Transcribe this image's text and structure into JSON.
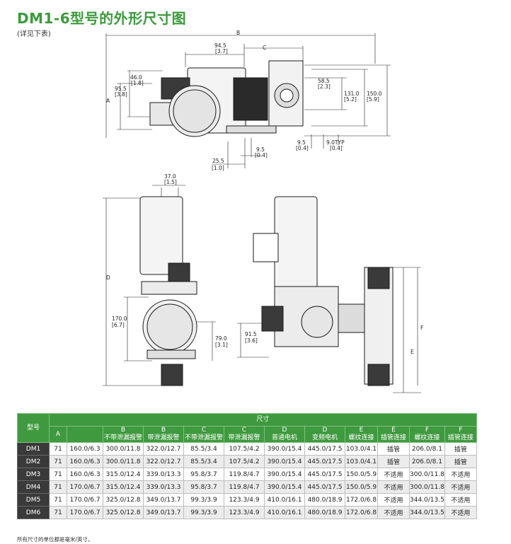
{
  "title": "DM1-6型号的外形尺寸图",
  "subtitle": "(详见下表)",
  "dimensions": {
    "B": "B",
    "C": "C",
    "A": "A",
    "D": "D",
    "E": "E",
    "F": "F",
    "d94": "94.5",
    "d94i": "[3.7]",
    "d46": "46.0",
    "d46i": "[1.8]",
    "d95": "95.5",
    "d95i": "[3.8]",
    "d58": "58.5",
    "d58i": "[2.3]",
    "d131": "131.0",
    "d131i": "[5.2]",
    "d150": "150.0",
    "d150i": "[5.9]",
    "d9a": "9.5",
    "d9ai": "[0.4]",
    "d9b": "9.5",
    "d9bi": "[0.4]",
    "d9typ": "9.0TYP",
    "d9typi": "[0.4]",
    "d25": "25.5",
    "d25i": "[1.0]",
    "d37": "37.0",
    "d37i": "[1.5]",
    "d170": "170.0",
    "d170i": "[6.7]",
    "d79": "79.0",
    "d79i": "[3.1]",
    "d91": "91.5",
    "d91i": "[3.6]"
  },
  "table": {
    "model_header": "型号",
    "size_header": "尺寸",
    "columns": [
      {
        "letter": "A",
        "sub": ""
      },
      {
        "letter": "",
        "sub": ""
      },
      {
        "letter": "B",
        "sub": "不带泄漏报警"
      },
      {
        "letter": "B",
        "sub": "带泄漏报警"
      },
      {
        "letter": "C",
        "sub": "不带泄漏报警"
      },
      {
        "letter": "C",
        "sub": "带泄漏报警"
      },
      {
        "letter": "D",
        "sub": "普通电机"
      },
      {
        "letter": "D",
        "sub": "变频电机"
      },
      {
        "letter": "E",
        "sub": "螺纹连接"
      },
      {
        "letter": "E",
        "sub": "插管连接"
      },
      {
        "letter": "F",
        "sub": "螺纹连接"
      },
      {
        "letter": "F",
        "sub": "插管连接"
      }
    ],
    "rows": [
      {
        "model": "DM1",
        "cells": [
          "71",
          "160.0/6.3",
          "300.0/11.8",
          "322.0/12.7",
          "85.5/3.4",
          "107.5/4.2",
          "390.0/15.4",
          "445.0/17.5",
          "103.0/4.1",
          "插管",
          "206.0/8.1",
          "插管"
        ]
      },
      {
        "model": "DM2",
        "cells": [
          "71",
          "160.0/6.3",
          "300.0/11.8",
          "322.0/12.7",
          "85.5/3.4",
          "107.5/4.2",
          "390.0/15.4",
          "445.0/17.5",
          "103.0/4.1",
          "插管",
          "206.0/8.1",
          "插管"
        ]
      },
      {
        "model": "DM3",
        "cells": [
          "71",
          "160.0/6.3",
          "315.0/12.4",
          "339.0/13.3",
          "95.8/3.7",
          "119.8/4.7",
          "390.0/15.4",
          "445.0/17.5",
          "150.0/5.9",
          "不适用",
          "300.0/11.8",
          "不适用"
        ]
      },
      {
        "model": "DM4",
        "cells": [
          "71",
          "170.0/6.7",
          "315.0/12.4",
          "339.0/13.3",
          "95.8/3.7",
          "119.8/4.7",
          "390.0/15.4",
          "445.0/17.5",
          "150.0/5.9",
          "不适用",
          "300.0/11.8",
          "不适用"
        ]
      },
      {
        "model": "DM5",
        "cells": [
          "71",
          "170.0/6.7",
          "325.0/12.8",
          "349.0/13.7",
          "99.3/3.9",
          "123.3/4.9",
          "410.0/16.1",
          "480.0/18.9",
          "172.0/6.8",
          "不适用",
          "344.0/13.5",
          "不适用"
        ]
      },
      {
        "model": "DM6",
        "cells": [
          "71",
          "170.0/6.7",
          "325.0/12.8",
          "349.0/13.7",
          "99.3/3.9",
          "123.3/4.9",
          "410.0/16.1",
          "480.0/18.9",
          "172.0/6.8",
          "不适用",
          "344.0/13.5",
          "不适用"
        ]
      }
    ]
  },
  "footnote": "所有尺寸的单位都是毫米/英寸。"
}
